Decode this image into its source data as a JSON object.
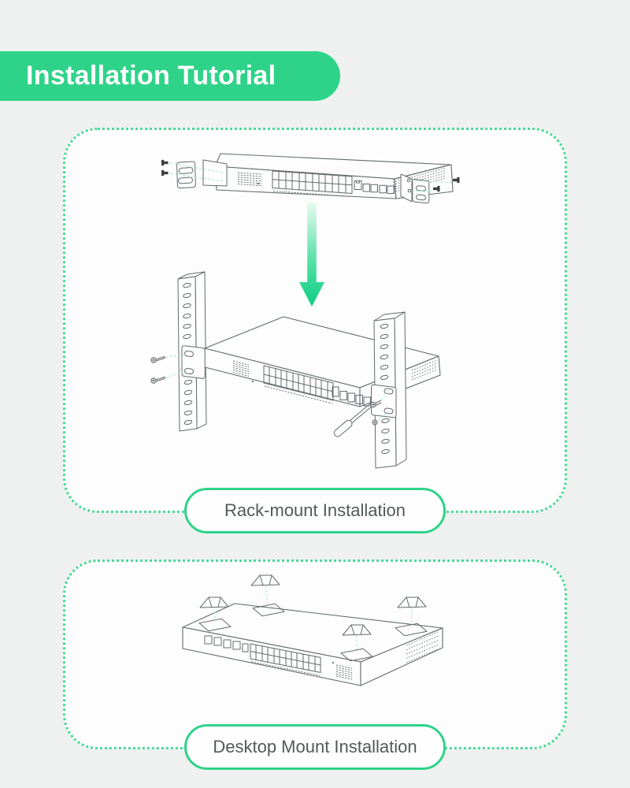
{
  "banner": {
    "title": "Installation Tutorial"
  },
  "sections": [
    {
      "id": "rack-mount",
      "caption": "Rack-mount Installation",
      "illustration_alt": "Switch with mounting brackets and screws, green arrow down to switch fixed between two rack posts with a screwdriver"
    },
    {
      "id": "desktop-mount",
      "caption": "Desktop Mount Installation",
      "illustration_alt": "Underside of switch with four rubber feet attached to corner pads"
    }
  ],
  "icons": [
    "down-arrow-icon",
    "screwdriver-icon",
    "screw-icon",
    "rubber-foot-icon",
    "mounting-bracket-icon",
    "rack-post-icon",
    "switch-illustration"
  ],
  "colors": {
    "green": "#2ed389",
    "dotgreen": "#4bd898",
    "dashgreen": "#a6ebcf",
    "ink": "#646b6e",
    "pagebg": "#eef1ef",
    "panelbg": "#fcfdfc",
    "captext": "#54585c",
    "bannertext": "#ffffff",
    "arrowlight": "#e8faf2",
    "arrowdark": "#0ccf83"
  }
}
